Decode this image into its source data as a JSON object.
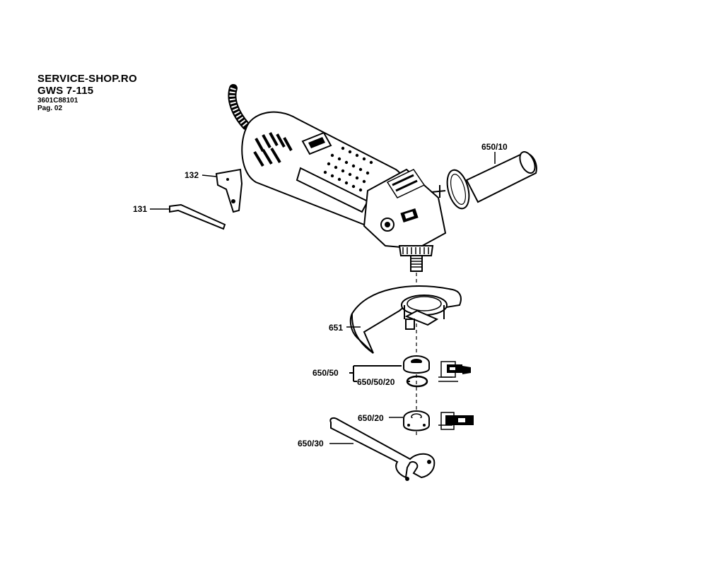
{
  "header": {
    "shop": "SERVICE-SHOP.RO",
    "model": "GWS 7-115",
    "part_number": "3601C88101",
    "page": "Pag. 02"
  },
  "labels": {
    "p131": "131",
    "p132": "132",
    "p650_10": "650/10",
    "p651": "651",
    "p650_50": "650/50",
    "p650_50_20": "650/50/20",
    "p650_20": "650/20",
    "p650_30": "650/30"
  }
}
